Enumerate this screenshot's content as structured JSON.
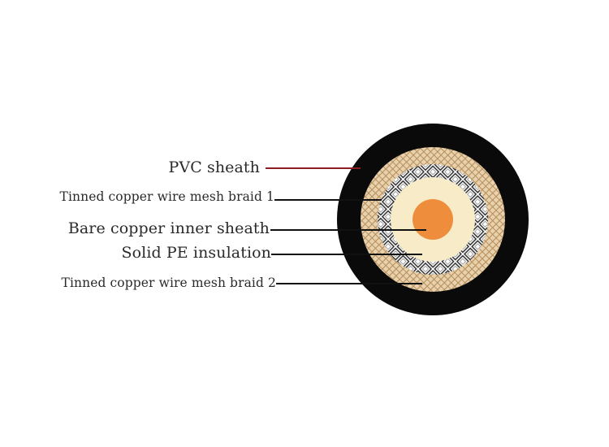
{
  "diagram": {
    "labels": {
      "pvc_sheath": "PVC sheath",
      "braid_1": "Tinned copper wire mesh braid 1",
      "inner_sheath": "Bare copper inner sheath",
      "pe_insulation": "Solid PE insulation",
      "braid_2": "Tinned copper wire mesh braid 2"
    },
    "colors": {
      "pvc_sheath": "#0a0a0a",
      "braid_outer": "#e8d2ae",
      "braid_weave": "#b88f5c",
      "mesh_ring": "#ffffff",
      "pe_insulation": "#f8ecc8",
      "conductor": "#ee8e3c",
      "pvc_leader": "#8c1c24",
      "leader": "#111111"
    }
  }
}
